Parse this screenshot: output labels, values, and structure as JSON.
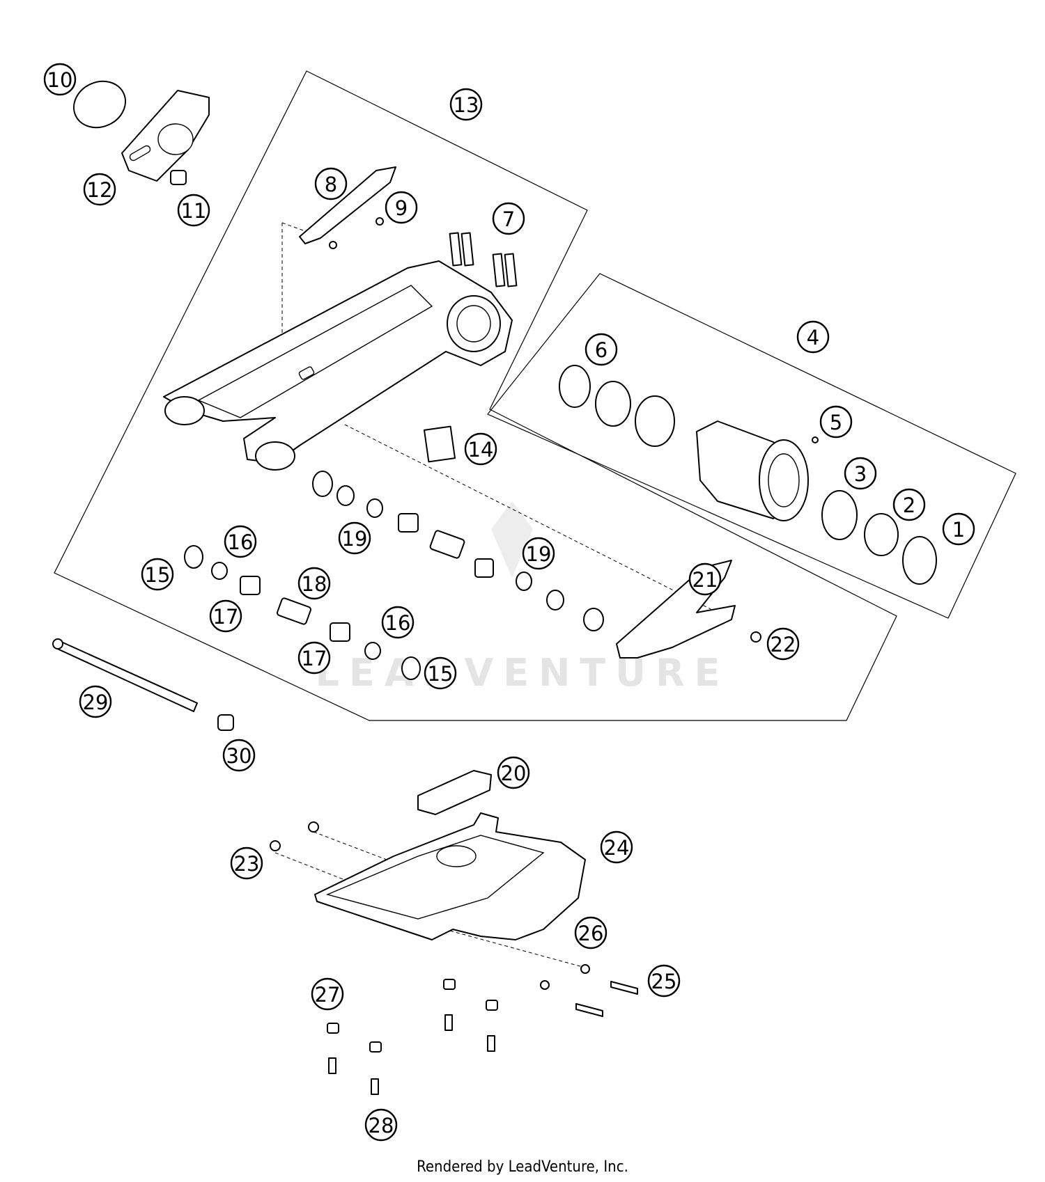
{
  "diagram": {
    "callouts": [
      "1",
      "2",
      "3",
      "4",
      "5",
      "6",
      "7",
      "8",
      "9",
      "10",
      "11",
      "12",
      "13",
      "14",
      "15",
      "15",
      "16",
      "16",
      "17",
      "17",
      "18",
      "19",
      "19",
      "20",
      "21",
      "22",
      "23",
      "24",
      "25",
      "26",
      "27",
      "28",
      "29",
      "30"
    ],
    "watermark": "LEADVENTURE"
  },
  "footer": {
    "credit": "Rendered by LeadVenture, Inc."
  }
}
